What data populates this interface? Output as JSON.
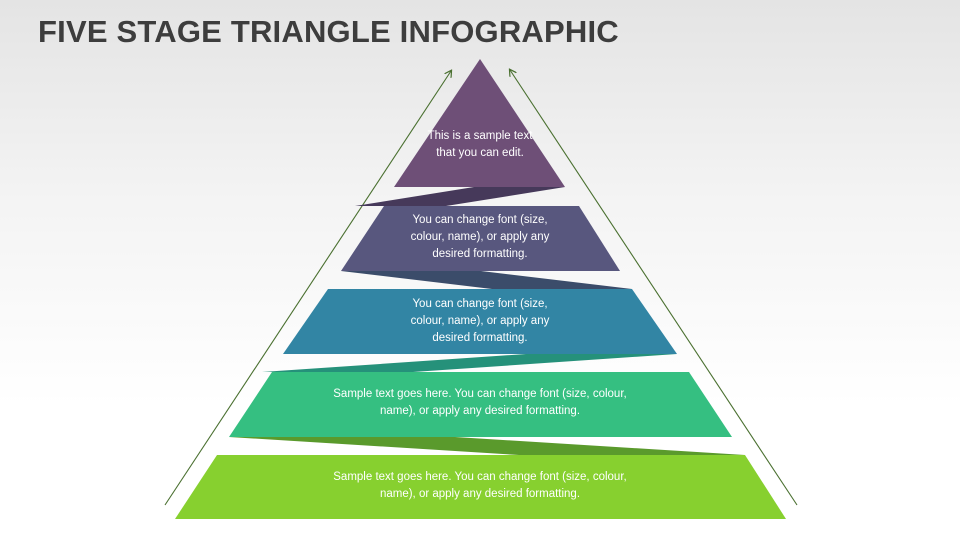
{
  "title": "FIVE STAGE TRIANGLE INFOGRAPHIC",
  "colors": {
    "stage_1": "#6e4f77",
    "stage_2": "#58577e",
    "stage_3": "#3285a4",
    "stage_4": "#35bf81",
    "stage_5": "#87d02f",
    "connector_1": "#46395a",
    "connector_2": "#3b4c6a",
    "connector_3": "#25917a",
    "connector_4": "#5a9a2c",
    "arrow": "#4a7030"
  },
  "stages": [
    {
      "text": "This is a sample text that you can edit."
    },
    {
      "text": "You can change font (size, colour, name), or apply any desired formatting."
    },
    {
      "text": "You can change font (size, colour, name), or apply any desired formatting."
    },
    {
      "text": "Sample text goes here. You can change font (size, colour, name), or apply any desired formatting."
    },
    {
      "text": "Sample text goes here. You can change font (size, colour, name), or apply any desired formatting."
    }
  ]
}
